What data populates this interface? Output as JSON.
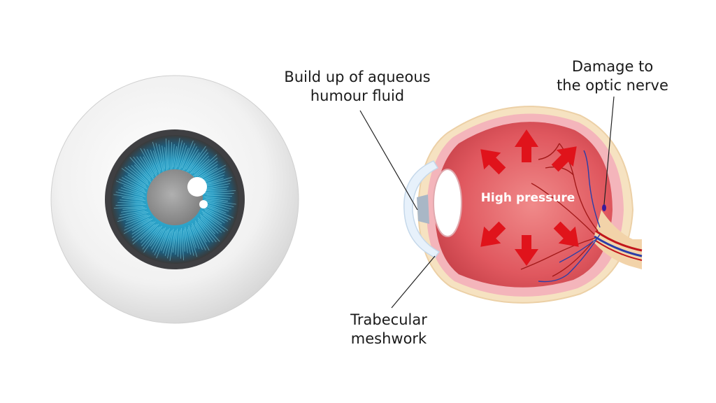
{
  "labels": {
    "aqueous_line1": "Build up of aqueous",
    "aqueous_line2": "humour fluid",
    "optic_line1": "Damage to",
    "optic_line2": "the optic nerve",
    "trabecular_line1": "Trabecular",
    "trabecular_line2": "meshwork",
    "pressure": "High pressure"
  },
  "colors": {
    "sclera": "#f2f2f2",
    "iris": "#2aa7c9",
    "pupil": "#8c8c8c",
    "eye_interior": "#d9484f",
    "pressure_arrows": "#e0131b",
    "nerve_sheath": "#f3dcb8",
    "vessel_red": "#c2161c",
    "vessel_blue": "#2a3ea8"
  },
  "icons": {
    "left": "external-eye-icon",
    "right": "eye-cross-section-icon",
    "arrows": "pressure-arrow-icon"
  }
}
